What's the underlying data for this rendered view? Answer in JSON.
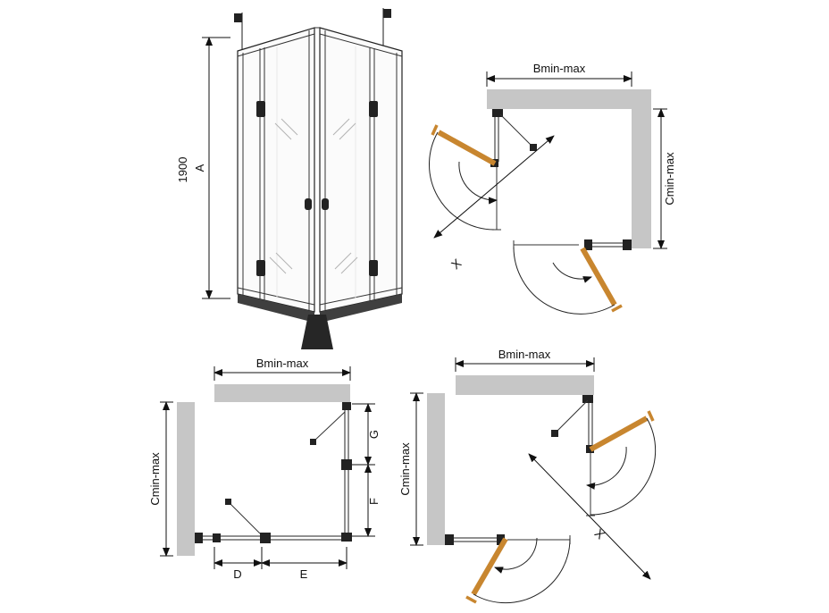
{
  "perspective": {
    "height": "1900",
    "letter": "A"
  },
  "plan_top_right": {
    "width": "Bmin-max",
    "depth": "Cmin-max",
    "entry": "X"
  },
  "plan_bottom_left": {
    "width": "Bmin-max",
    "depth": "Cmin-max",
    "top_segment": "G",
    "door_segment": "F",
    "fixed_segment": "D",
    "door_width": "E"
  },
  "plan_bottom_right": {
    "width": "Bmin-max",
    "depth": "Cmin-max",
    "entry": "X"
  },
  "colors": {
    "wall": "#c6c6c6",
    "door_open": "#c8862f",
    "glass": "#fbfbfb",
    "line": "#1a1a1a",
    "base": "#3f3f3f"
  }
}
